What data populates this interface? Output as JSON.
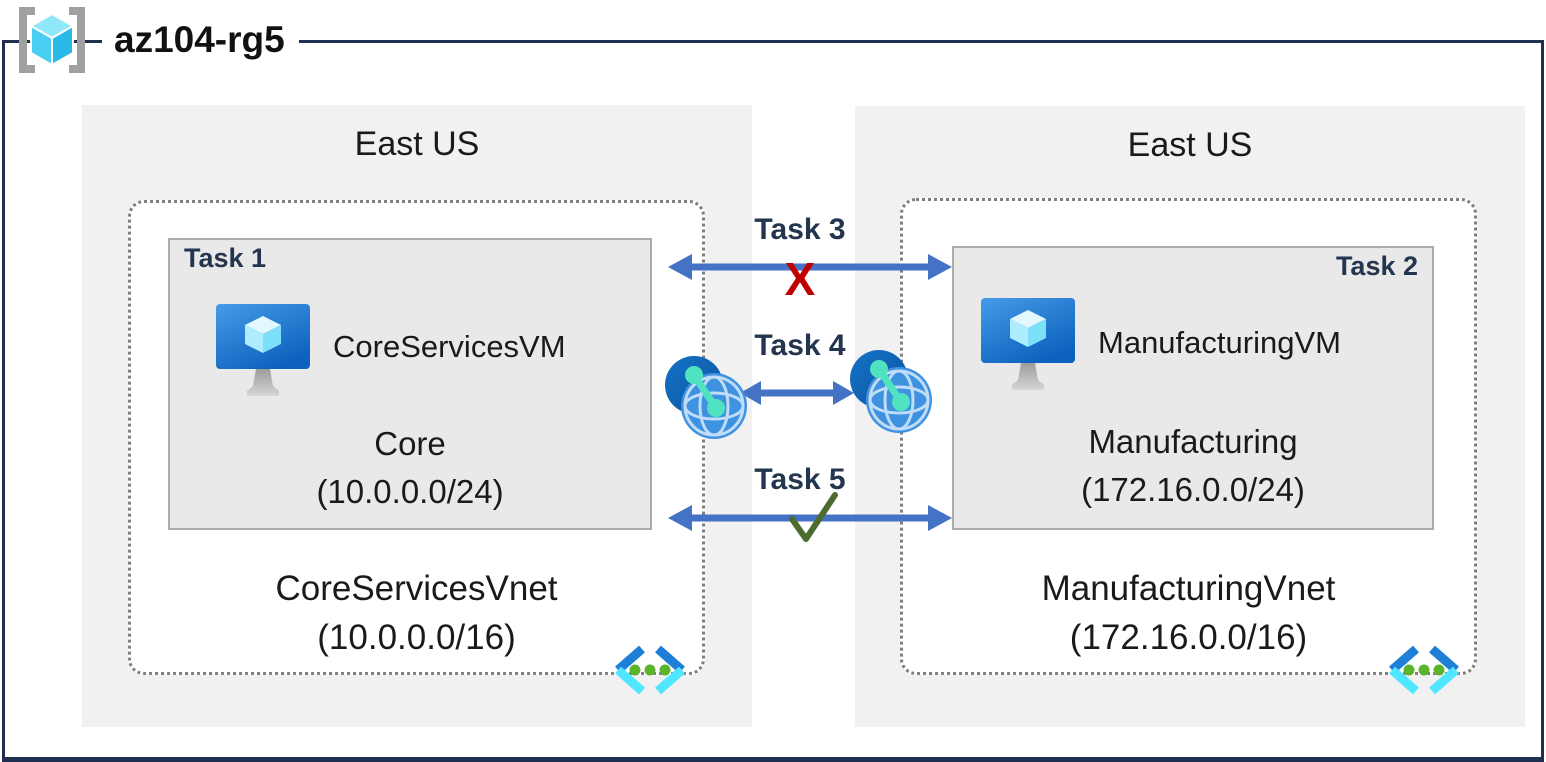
{
  "diagram": {
    "resource_group": {
      "title": "az104-rg5",
      "icon": "resource-group-icon"
    },
    "regions": {
      "left": {
        "name": "East US",
        "vnet": {
          "name": "CoreServicesVnet",
          "cidr": "(10.0.0.0/16)",
          "icon": "virtual-network-icon",
          "subnet": {
            "task_label": "Task 1",
            "vm": {
              "name": "CoreServicesVM",
              "icon": "virtual-machine-icon"
            },
            "name": "Core",
            "cidr": "(10.0.0.0/24)"
          }
        }
      },
      "right": {
        "name": "East US",
        "vnet": {
          "name": "ManufacturingVnet",
          "cidr": "(172.16.0.0/16)",
          "icon": "virtual-network-icon",
          "subnet": {
            "task_label": "Task 2",
            "vm": {
              "name": "ManufacturingVM",
              "icon": "virtual-machine-icon"
            },
            "name": "Manufacturing",
            "cidr": "(172.16.0.0/24)"
          }
        }
      }
    },
    "connections": [
      {
        "label": "Task 3",
        "marker": "X",
        "marker_icon": "blocked-cross-icon",
        "style": "double-headed-arrow"
      },
      {
        "label": "Task 4",
        "marker": "",
        "marker_icon": "vnet-peering-icon",
        "style": "double-headed-arrow"
      },
      {
        "label": "Task 5",
        "marker": "✓",
        "marker_icon": "allowed-check-icon",
        "style": "double-headed-arrow"
      }
    ],
    "colors": {
      "frame": "#1E2F52",
      "region_fill": "#F1F1F2",
      "subnet_fill": "#E9E9EA",
      "arrow": "#4472C4",
      "blocked_x": "#C00000",
      "allowed_check": "#4C6B2F",
      "task_label": "#24364E"
    }
  }
}
